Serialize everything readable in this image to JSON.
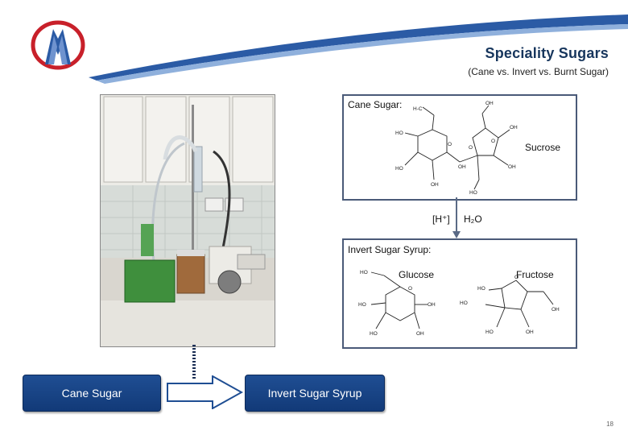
{
  "header": {
    "title": "Speciality Sugars",
    "subtitle": "(Cane vs. Invert vs. Burnt Sugar)"
  },
  "cane_box": {
    "heading": "Cane Sugar:",
    "molecule": "Sucrose",
    "atom_labels": [
      "H-C",
      "OH",
      "OH",
      "HO",
      "O",
      "O",
      "OH",
      "HO",
      "OH",
      "OH",
      "HO",
      "O"
    ]
  },
  "reaction": {
    "catalyst": "[H⁺]",
    "reagent": "H₂O"
  },
  "invert_box": {
    "heading": "Invert Sugar Syrup:",
    "molecule_1": "Glucose",
    "molecule_2": "Fructose",
    "glucose_atoms": [
      "HO",
      "O",
      "HO",
      "OH",
      "HO",
      "OH"
    ],
    "fructose_atoms": [
      "HO",
      "O",
      "HO",
      "OH",
      "HO",
      "OH"
    ]
  },
  "flow": {
    "left_label": "Cane Sugar",
    "right_label": "Invert Sugar Syrup"
  },
  "page_number": "18",
  "colors": {
    "accent": "#1f4e93",
    "title": "#17365d",
    "box_border": "#4a5a78"
  }
}
